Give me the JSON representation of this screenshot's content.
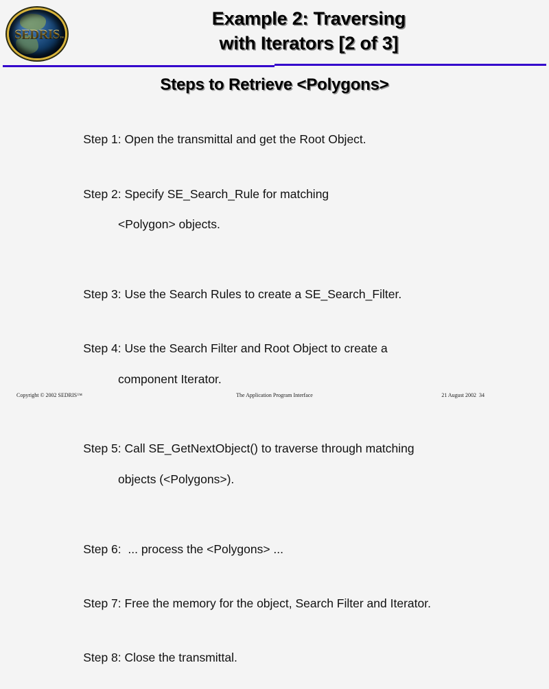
{
  "slide": {
    "background_color": "#f4f4f4",
    "rule_color": "#3300cc"
  },
  "logo": {
    "wordmark": "SEDRIS",
    "trademark": "™",
    "icon_name": "sedris-globe-logo"
  },
  "title": {
    "line1": "Example 2: Traversing",
    "line2": "with Iterators [2 of 3]"
  },
  "subtitle": {
    "text": "Steps to Retrieve <Polygons>"
  },
  "steps": [
    {
      "main": "Step 1: Open the transmittal and get the Root Object.",
      "cont": ""
    },
    {
      "main": "Step 2: Specify SE_Search_Rule for matching",
      "cont": "<Polygon> objects."
    },
    {
      "main": "Step 3: Use the Search Rules to create a SE_Search_Filter.",
      "cont": ""
    },
    {
      "main": "Step 4: Use the Search Filter and Root Object to create a",
      "cont": "component Iterator."
    },
    {
      "main": "Step 5: Call SE_GetNextObject() to traverse through matching",
      "cont": "objects (<Polygons>)."
    },
    {
      "main": "Step 6:  ... process the <Polygons> ...",
      "cont": ""
    },
    {
      "main": "Step 7: Free the memory for the object, Search Filter and Iterator.",
      "cont": ""
    },
    {
      "main": "Step 8: Close the transmittal.",
      "cont": ""
    }
  ],
  "footer": {
    "copyright": "Copyright © 2002 SEDRIS™",
    "center": "The Application Program Interface",
    "date": "21 August 2002",
    "page_number": "34"
  }
}
